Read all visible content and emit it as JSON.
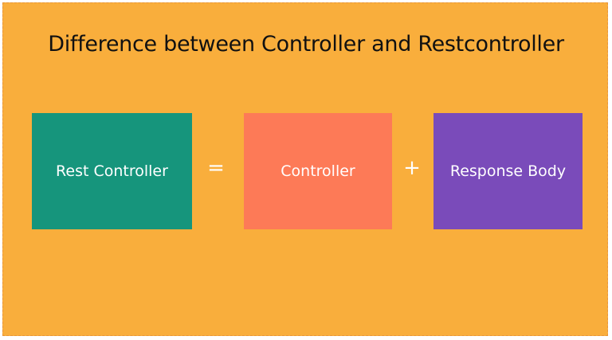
{
  "title": "Difference between Controller and Restcontroller",
  "colors": {
    "background": "#F9AE3C",
    "rest_controller": "#16957C",
    "controller": "#FD7A57",
    "response_body": "#7A4BBA"
  },
  "equation": {
    "rest_controller_label": "Rest Controller",
    "equals_sign": "=",
    "controller_label": "Controller",
    "plus_sign": "+",
    "response_body_label": "Response Body"
  }
}
